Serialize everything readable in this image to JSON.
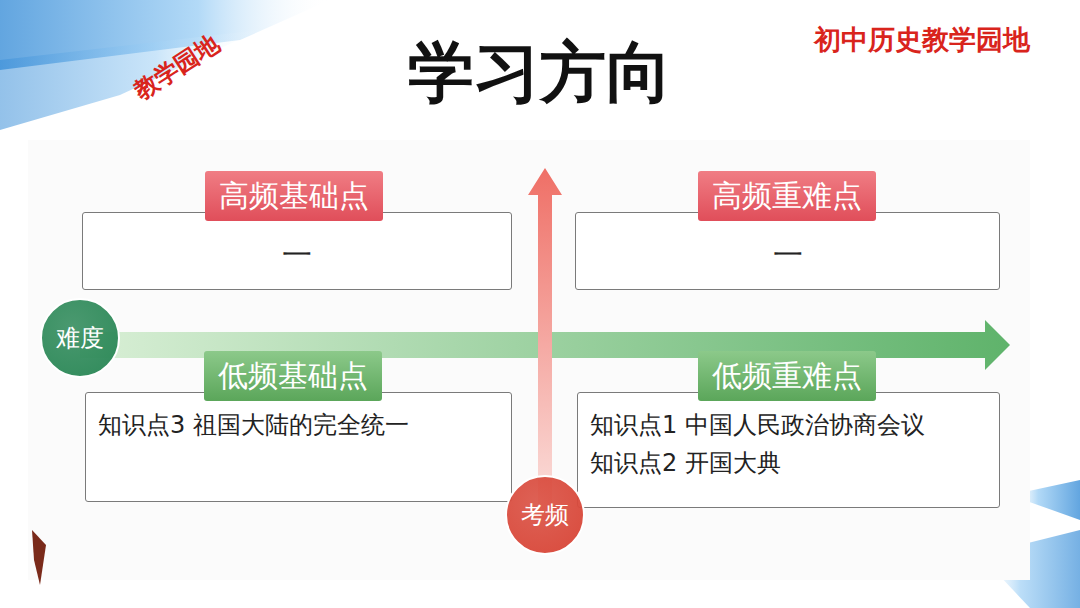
{
  "diagram": {
    "title": "学习方向",
    "nodes": [
      {
        "text": [
          "高频基础点",
          "一"
        ]
      },
      {
        "text": [
          "高频重难点",
          "一"
        ]
      },
      {
        "text": [
          "难度"
        ]
      },
      {
        "text": [
          "低频基础点",
          "知识点3 祖国大陆的完全统一"
        ]
      },
      {
        "text": [
          "低频重难点",
          "知识点1 中国人民政治协商会议",
          "知识点2 开国大典"
        ]
      },
      {
        "text": [
          "考频"
        ]
      }
    ],
    "labels": [
      "初中历史教学园地",
      "教学园地"
    ]
  }
}
